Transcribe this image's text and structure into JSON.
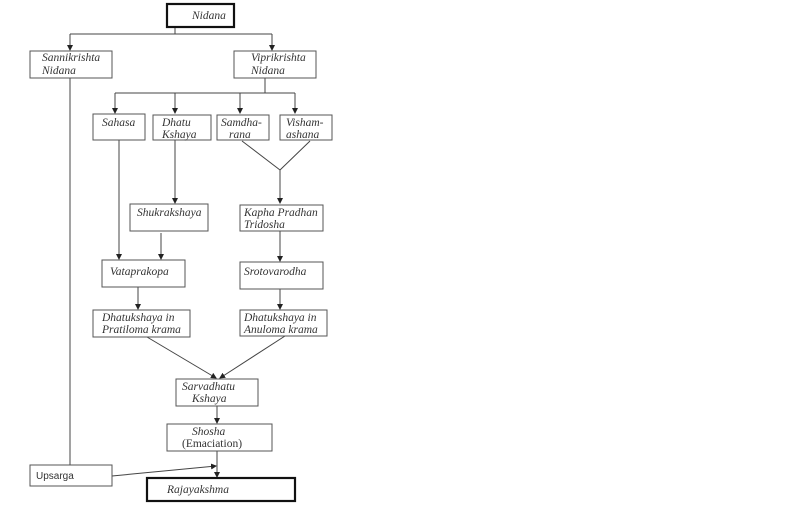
{
  "nodes": {
    "nidana": "Nidana",
    "sannikrishta": [
      "Sannikrishta",
      "Nidana"
    ],
    "viprikrishta": [
      "Viprikrishta",
      "Nidana"
    ],
    "sahasa": "Sahasa",
    "dhatu_kshaya": [
      "Dhatu",
      "Kshaya"
    ],
    "samdharana": [
      "Samdha-",
      "rana"
    ],
    "vishamashana": [
      "Visham-",
      "ashana"
    ],
    "shukrakshaya": "Shukrakshaya",
    "kapha": [
      "Kapha Pradhan",
      "Tridosha"
    ],
    "vataprakopa": "Vataprakopa",
    "srotovarodha": "Srotovarodha",
    "pratiloma": [
      "Dhatukshaya in",
      "Pratiloma krama"
    ],
    "anuloma": [
      "Dhatukshaya in",
      "Anuloma krama"
    ],
    "sarvadhatu": [
      "Sarvadhatu",
      "Kshaya"
    ],
    "shosha": [
      "Shosha",
      "(Emaciation)"
    ],
    "upsarga": "Upsarga",
    "rajayakshma": "Rajayakshma"
  }
}
